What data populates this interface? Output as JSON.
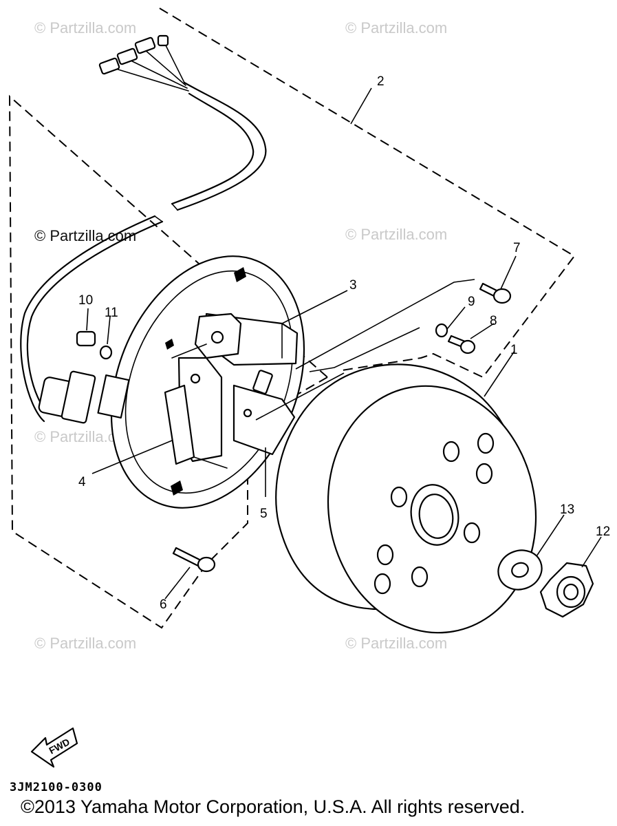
{
  "diagram": {
    "part_callouts": [
      "1",
      "2",
      "3",
      "4",
      "5",
      "6",
      "7",
      "8",
      "9",
      "10",
      "11",
      "12",
      "13"
    ],
    "direction_label": "FWD",
    "diagram_code": "3JM2100-0300",
    "copyright": "©2013 Yamaha Motor Corporation, U.S.A. All rights reserved."
  },
  "watermarks": {
    "text": "© Partzilla.com"
  }
}
